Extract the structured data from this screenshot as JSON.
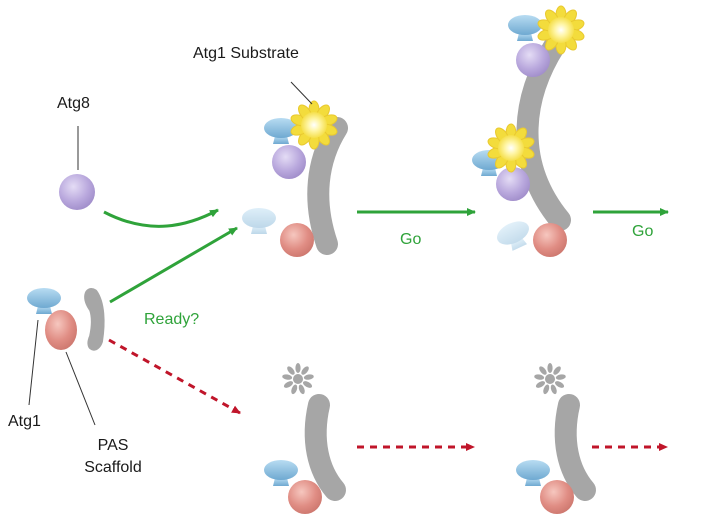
{
  "labels": {
    "atg1_substrate": "Atg1 Substrate",
    "atg8": "Atg8",
    "ready": "Ready?",
    "go_1": "Go",
    "go_2": "Go",
    "atg1": "Atg1",
    "pas_scaffold_line1": "PAS",
    "pas_scaffold_line2": "Scaffold"
  },
  "colors": {
    "go_arrow": "#2fa33a",
    "blocked_arrow": "#c0152a",
    "atg8": "#b9a8dd",
    "atg1": "#7ab5d9",
    "pas_scaffold": "#e08d84",
    "membrane": "#a6a6a6",
    "substrate_active": "#fff17a",
    "substrate_inactive": "#a6a6a6"
  }
}
